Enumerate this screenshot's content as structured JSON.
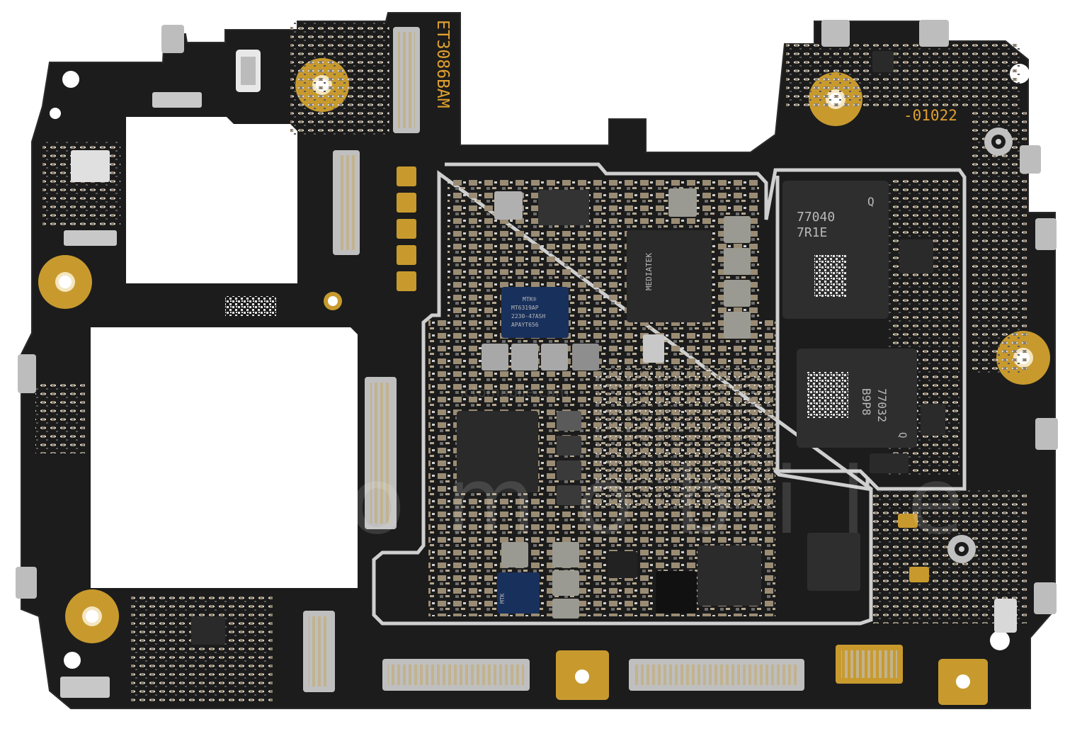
{
  "board": {
    "silkscreen_model": "ET3086BAM",
    "silkscreen_code": "-01022"
  },
  "chips": {
    "qcom_1_line1": "77040",
    "qcom_1_line2": "7R1E",
    "qcom_1_mark": "Q",
    "qcom_2_line1": "77032",
    "qcom_2_line2": "B9P8",
    "qcom_2_mark": "Q",
    "mtk_1_line1": "MTK®",
    "mtk_1_line2": "MT6319AP",
    "mtk_1_line3": "2230-47ASH",
    "mtk_1_line4": "APAYT656",
    "mtk_2_line1": "MTK",
    "mediatek_label": "MEDIATEK"
  },
  "watermark": {
    "text": "ictomobile",
    "small_text": "ictomobile.com"
  },
  "colors": {
    "pcb": "#1c1c1c",
    "gold": "#c89a2e",
    "shield": "#c9c9c9",
    "silk_text": "#e0a030"
  }
}
